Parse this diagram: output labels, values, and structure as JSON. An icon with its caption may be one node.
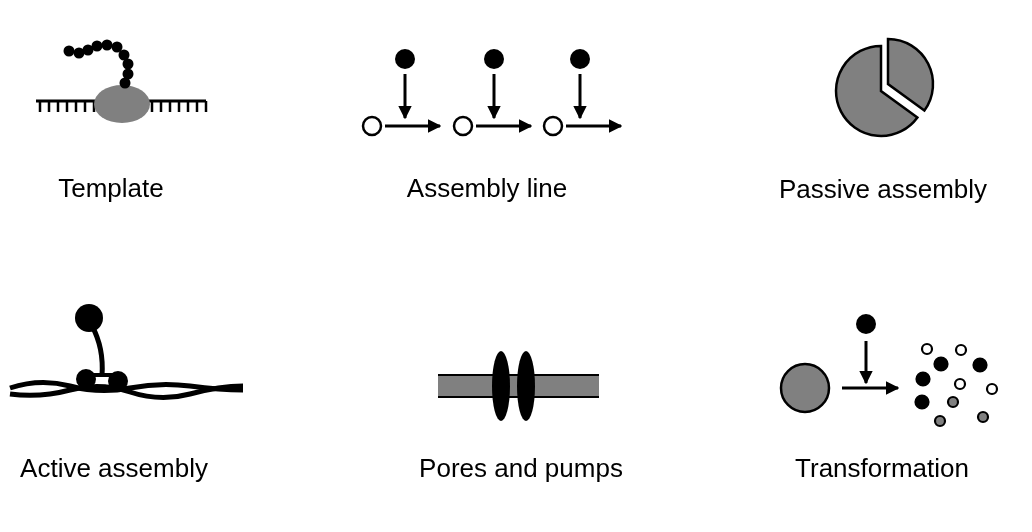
{
  "diagram": {
    "labels": [
      "Template",
      "Assembly line",
      "Passive assembly",
      "Active assembly",
      "Pores and pumps",
      "Transformation"
    ]
  }
}
